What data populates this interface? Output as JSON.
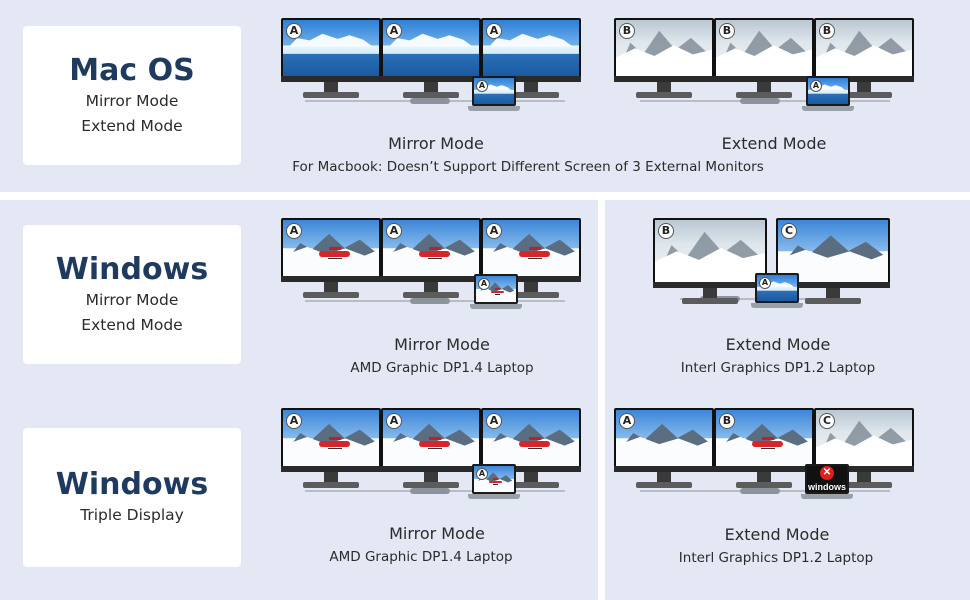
{
  "sections": {
    "mac": {
      "title": "Mac OS",
      "line1": "Mirror Mode",
      "line2": "Extend Mode",
      "caption_left": "Mirror Mode",
      "caption_right": "Extend Mode",
      "note": "For Macbook: Doesn’t Support Different Screen of 3 External Monitors"
    },
    "windows_dual": {
      "title": "Windows",
      "line1": "Mirror Mode",
      "line2": "Extend Mode",
      "left_caption": "Mirror Mode",
      "left_sub": "AMD Graphic DP1.4 Laptop",
      "right_caption": "Extend Mode",
      "right_sub": "Interl Graphics DP1.2 Laptop"
    },
    "windows_triple": {
      "title": "Windows",
      "line1": "Triple Display",
      "left_caption": "Mirror Mode",
      "left_sub": "AMD Graphic DP1.4 Laptop",
      "right_caption": "Extend Mode",
      "right_sub": "Interl Graphics DP1.2 Laptop"
    }
  },
  "labels": {
    "a": "A",
    "b": "B",
    "c": "C"
  },
  "unsupported_text": "windows",
  "colors": {
    "panel": "#e3e8f4",
    "title": "#1e3a5f",
    "error": "#e02020"
  }
}
